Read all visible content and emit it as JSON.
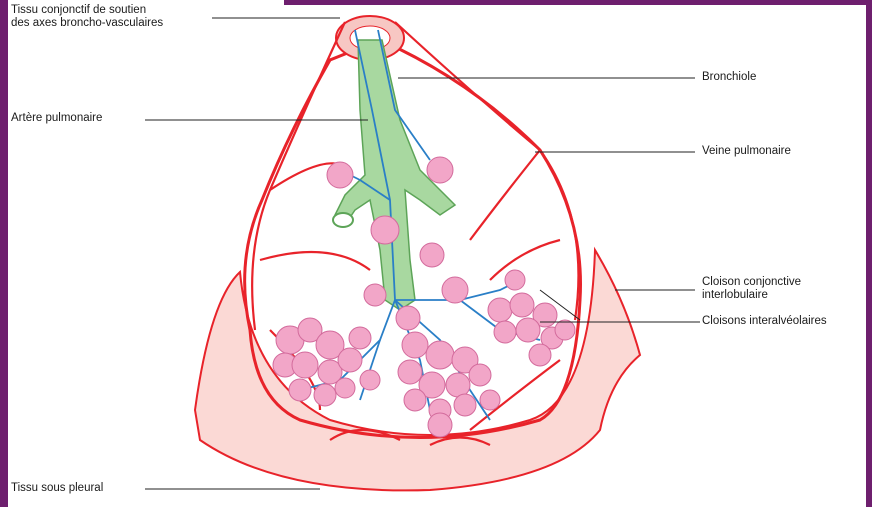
{
  "labels": {
    "tissu_conjonctif_line1": "Tissu conjonctif de soutien",
    "tissu_conjonctif_line2": "des axes broncho-vasculaires",
    "artere": "Artère pulmonaire",
    "bronchiole": "Bronchiole",
    "veine": "Veine pulmonaire",
    "cloison_conj_line1": "Cloison conjonctive",
    "cloison_conj_line2": "interlobulaire",
    "cloisons_interalv": "Cloisons interalvéolaires",
    "tissu_sous_pleural": "Tissu sous pleural"
  },
  "colors": {
    "frame": "#6e1f6e",
    "artery": "#e8232a",
    "bronchiole": "#a8d8a0",
    "vein_blue": "#2a7fc7",
    "alveoli": "#f2a6c8",
    "pleura": "#f4b5b0"
  }
}
